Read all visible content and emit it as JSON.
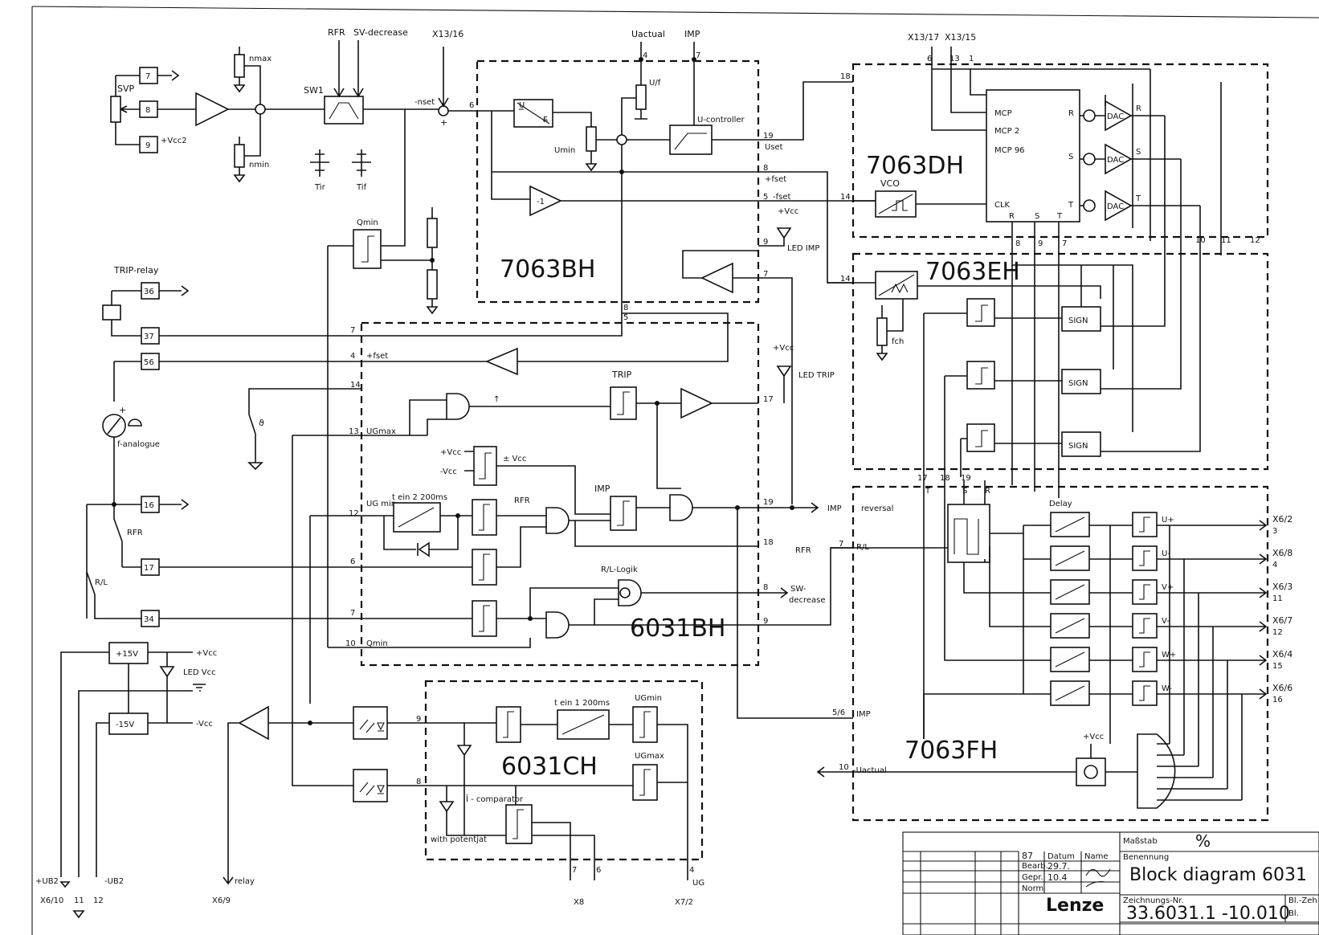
{
  "modules": {
    "m7063BH": "7063BH",
    "m7063DH": "7063DH",
    "m7063EH": "7063EH",
    "m6031BH": "6031BH",
    "m6031CH": "6031CH",
    "m7063FH": "7063FH"
  },
  "labels": {
    "rfr": "RFR",
    "sv_decrease": "SV-decrease",
    "x13_16": "X13/16",
    "u_actual": "Uactual",
    "imp": "IMP",
    "x13_17": "X13/17",
    "x13_15": "X13/15",
    "n_max": "nmax",
    "n_min": "nmin",
    "svp": "SVP",
    "vcc2": "+Vcc2",
    "sw1": "SW1",
    "n_set": "-nset",
    "tir": "Tir",
    "tif": "Tif",
    "u_f": "U/f",
    "u_min": "Umin",
    "u_controller": "U-controller",
    "u_set": "Uset",
    "f_set_pos": "+fset",
    "f_set_neg": "-fset",
    "minus1": "-1",
    "vcc": "+Vcc",
    "led_imp": "LED IMP",
    "vco": "VCO",
    "f_ch": "fch",
    "q_min": "Qmin",
    "trip_relay": "TRIP-relay",
    "f_set": "+fset",
    "trip": "TRIP",
    "led_trip": "LED TRIP",
    "f_analogue": "f-analogue",
    "ug_max": "UGmax",
    "ug_min": "UG min",
    "plus_vcc": "+Vcc",
    "minus_vcc": "-Vcc",
    "pm_vcc": "± Vcc",
    "t_ein2": "t ein 2  200ms",
    "imp_box": "IMP",
    "rfr_out": "RFR",
    "rl_logik": "R/L-Logik",
    "sw_decrease1": "SW-",
    "sw_decrease2": "decrease",
    "q_min2": "Qmin",
    "rfr_sw": "RFR",
    "rl": "R/L",
    "reversal": "reversal",
    "delay": "Delay",
    "rl_in": "R/L",
    "imp_in": "IMP",
    "p15v": "+15V",
    "m15v": "-15V",
    "led_vcc": "LED Vcc",
    "vcc_out": "+Vcc",
    "mvcc_out": "-Vcc",
    "t_ein1": "t ein 1  200ms",
    "ug_min2": "UGmin",
    "ug_max2": "UGmax",
    "i_comparator": "Î - comparator",
    "with_potentiometer": "with potentjat",
    "relay": "relay",
    "x6_9": "X6/9",
    "ub2p": "+UB2",
    "ub2m": "-UB2",
    "x6_10": "X6/10",
    "p11": "11",
    "p12": "12",
    "x8": "X8",
    "x7_2": "X7/2",
    "ug": "UG",
    "u_actual_out": "-Uactual",
    "mcp1": "MCP",
    "mcp2": "MCP 2",
    "mcp96": "MCP 96",
    "clk": "CLK",
    "dac": "DAC",
    "sign": "SIGN",
    "r_out": "R",
    "s_out": "S",
    "t_out": "T",
    "u_plus": "U+",
    "u_minus": "U-",
    "v_plus": "V+",
    "v_minus": "V-",
    "w_plus": "W+",
    "w_minus": "W-"
  },
  "terminals": [
    "7",
    "8",
    "9",
    "36",
    "37",
    "56",
    "16",
    "17",
    "34"
  ],
  "outputs": [
    {
      "name": "X6/2",
      "sub": "3"
    },
    {
      "name": "X6/8",
      "sub": "4"
    },
    {
      "name": "X6/3",
      "sub": "11"
    },
    {
      "name": "X6/7",
      "sub": "12"
    },
    {
      "name": "X6/4",
      "sub": "15"
    },
    {
      "name": "X6/6",
      "sub": "16"
    }
  ],
  "title_block": {
    "massstab_label": "Maßstab",
    "massstab_value": "%",
    "benennung_label": "Benennung",
    "title": "Block diagram 6031",
    "drawing_no_label": "Zeichnungs-Nr.",
    "drawing_no": "33.6031.1 -10.010",
    "company": "Lenze",
    "datum_label": "Datum",
    "name_label": "Name",
    "bearb_label": "Bearb.",
    "gepr_label": "Gepr.",
    "norm_label": "Norm",
    "date1": "29.7.",
    "date2": "10.4",
    "year": "87",
    "bl_label": "Bl.-Zeh",
    "bl2": "Bl."
  }
}
